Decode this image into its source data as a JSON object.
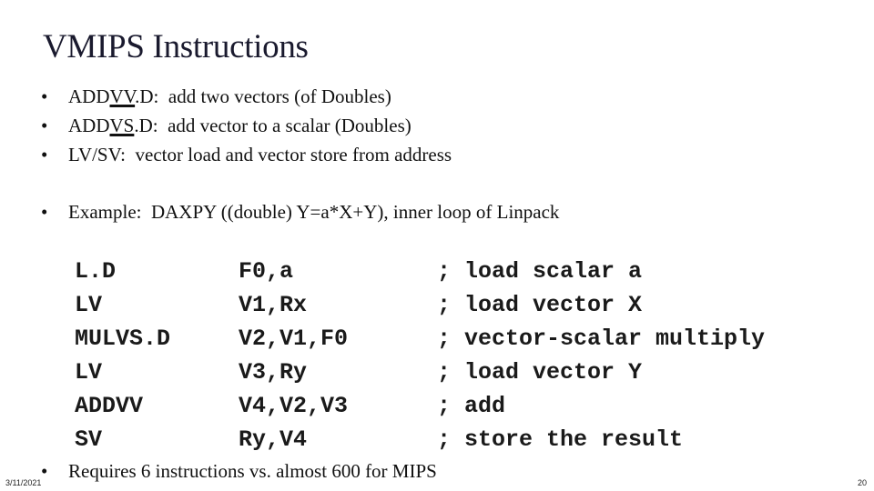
{
  "title": "VMIPS Instructions",
  "bullets": [
    {
      "pre": "ADD",
      "ul": "VV",
      "post": ".D:  add two vectors (of Doubles)"
    },
    {
      "pre": "ADD",
      "ul": "VS",
      "post": ".D:  add vector to a scalar (Doubles)"
    },
    {
      "text": "LV/SV:  vector load and vector store from address"
    },
    {
      "text": "Example:  DAXPY ((double) Y=a*X+Y), inner loop of Linpack"
    }
  ],
  "code": [
    {
      "op": "L.D",
      "args": "F0,a",
      "comment": "; load scalar a"
    },
    {
      "op": "LV",
      "args": "V1,Rx",
      "comment": "; load vector X"
    },
    {
      "op": "MULVS.D",
      "args": "V2,V1,F0",
      "comment": "; vector-scalar multiply"
    },
    {
      "op": "LV",
      "args": "V3,Ry",
      "comment": "; load vector Y"
    },
    {
      "op": "ADDVV",
      "args": "V4,V2,V3",
      "comment": "; add"
    },
    {
      "op": "SV",
      "args": "Ry,V4",
      "comment": "; store the result"
    }
  ],
  "final_bullet": "Requires 6 instructions vs. almost 600 for MIPS",
  "footer": {
    "date": "3/11/2021",
    "page": "20"
  },
  "bullet_glyph": "•"
}
